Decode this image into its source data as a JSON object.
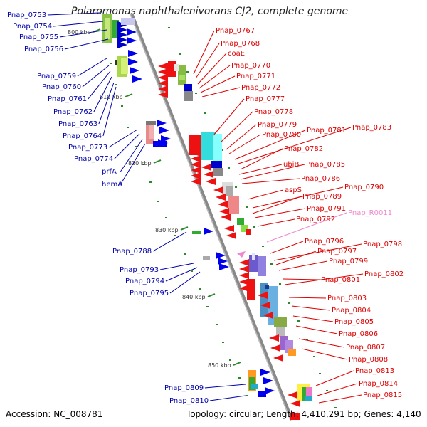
{
  "title": "Polaromonas naphthalenivorans CJ2, complete genome",
  "footer": {
    "accession": "Accession: NC_008781",
    "topology": "Topology: circular; Length: 4,410,291 bp; Genes: 4,140"
  },
  "colors": {
    "backbone": "#888888",
    "forward_label": "#0000aa",
    "reverse_label": "#dd0000",
    "rna_label": "#ee88cc",
    "tick": "#2a8a2a"
  },
  "scale_ticks": [
    "800 kbp",
    "810 kbp",
    "820 kbp",
    "830 kbp",
    "840 kbp",
    "850 kbp"
  ],
  "left_labels": [
    "Pnap_0753",
    "Pnap_0754",
    "Pnap_0755",
    "Pnap_0756",
    "Pnap_0759",
    "Pnap_0760",
    "Pnap_0761",
    "Pnap_0762",
    "Pnap_0763",
    "Pnap_0764",
    "Pnap_0773",
    "Pnap_0774",
    "prfA",
    "hemA",
    "Pnap_0788",
    "Pnap_0793",
    "Pnap_0794",
    "Pnap_0795",
    "Pnap_0809",
    "Pnap_0810"
  ],
  "right_labels": [
    "Pnap_0767",
    "Pnap_0768",
    "coaE",
    "Pnap_0770",
    "Pnap_0771",
    "Pnap_0772",
    "Pnap_0777",
    "Pnap_0778",
    "Pnap_0779",
    "Pnap_0780",
    "Pnap_0781",
    "Pnap_0783",
    "Pnap_0782",
    "ubiB",
    "Pnap_0785",
    "Pnap_0786",
    "aspS",
    "Pnap_0790",
    "Pnap_0789",
    "Pnap_0791",
    "Pnap_R0011",
    "Pnap_0792",
    "Pnap_0796",
    "Pnap_0798",
    "Pnap_0797",
    "Pnap_0799",
    "Pnap_0802",
    "Pnap_0801",
    "Pnap_0803",
    "Pnap_0804",
    "Pnap_0805",
    "Pnap_0806",
    "Pnap_0807",
    "Pnap_0808",
    "Pnap_0813",
    "Pnap_0814",
    "Pnap_0815"
  ]
}
